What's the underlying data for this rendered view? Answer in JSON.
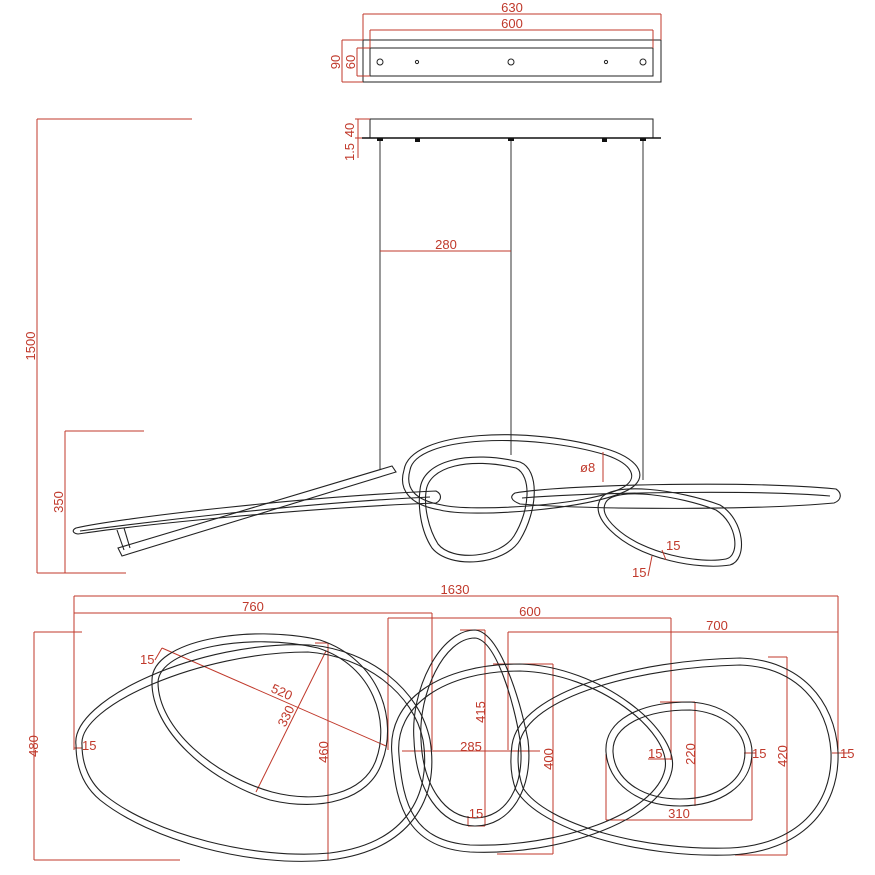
{
  "drawing": {
    "title": "Pendant lamp technical drawing",
    "colors": {
      "dimension": "#c0392b",
      "outline": "#222222",
      "background": "#ffffff"
    }
  },
  "canopy_top": {
    "outer_width": "630",
    "inner_width": "600",
    "outer_depth": "90",
    "inner_depth": "60"
  },
  "elevation": {
    "canopy_height": "40",
    "canopy_gap": "1.5",
    "wire_spacing": "280",
    "total_height": "1500",
    "fixture_height": "350",
    "tube_diameter": "ø8",
    "profile_width_a": "15",
    "profile_width_b": "15"
  },
  "plan": {
    "overall_width": "1630",
    "left_width": "760",
    "middle_width": "600",
    "right_width": "700",
    "overall_depth": "480",
    "left_edge_profile": "15",
    "ring1_profile": "15",
    "ring1_length": "520",
    "ring1_width": "330",
    "ring1_depth": "460",
    "ring2_height": "415",
    "ring2_width": "285",
    "ring2_profile": "15",
    "ring3_depth": "400",
    "ring4_inner_profile": "15",
    "ring4_height": "220",
    "ring4_right_profile": "15",
    "ring4_width": "310",
    "ring5_depth": "420",
    "right_edge_profile": "15"
  }
}
